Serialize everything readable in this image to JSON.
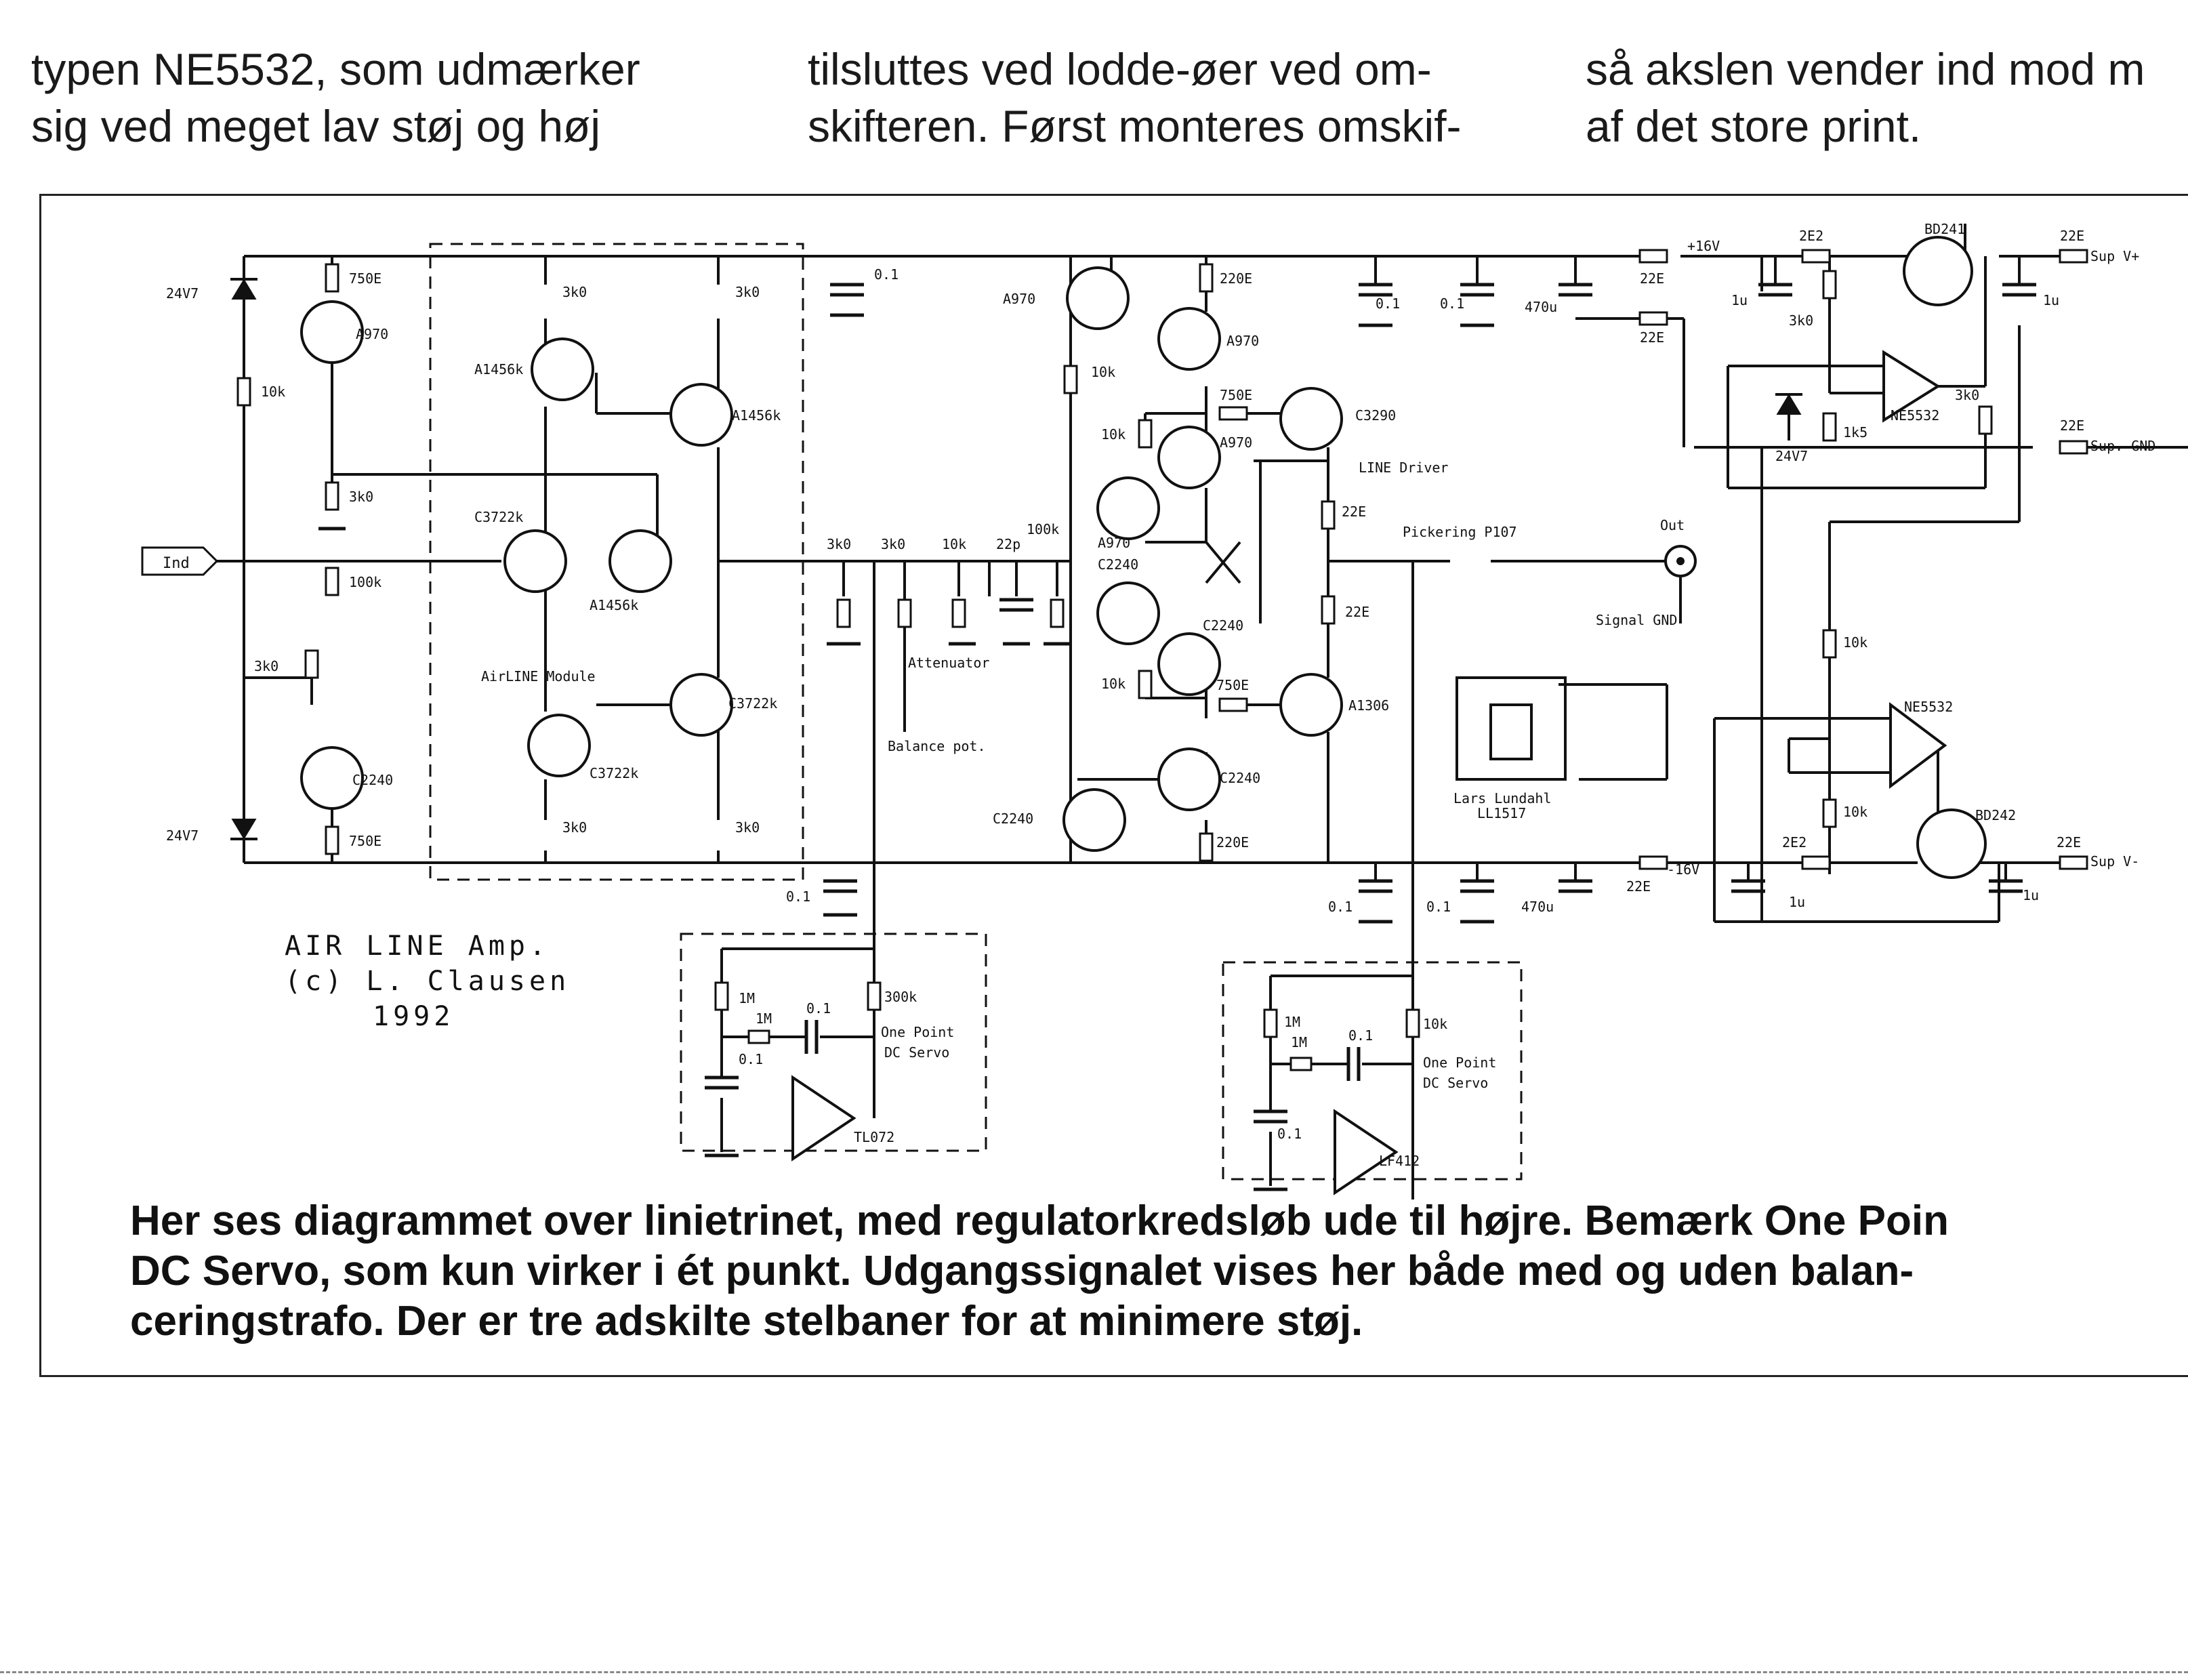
{
  "top_text": {
    "col1": [
      "typen NE5532, som udmærker",
      "sig ved meget lav støj og høj"
    ],
    "col2": [
      "tilsluttes ved lodde-øer ved om-",
      "skifteren. Først monteres omskif-"
    ],
    "col3": [
      "så akslen vender ind mod m",
      "af det store print."
    ]
  },
  "title_block": {
    "line1": "AIR LINE Amp.",
    "line2": "(c) L. Clausen",
    "line3": "1992"
  },
  "caption": [
    "Her ses diagrammet over linietrinet, med regulatorkredsløb ude til højre. Bemærk One Poin",
    "DC Servo, som kun virker i ét punkt. Udgangssignalet vises her både med og uden balan-",
    "ceringstrafo. Der er tre adskilte stelbaner for at minimere støj."
  ],
  "labels": {
    "z24v7_top": "24V7",
    "z24v7_bot": "24V7",
    "r750_top": "750E",
    "r10k_left": "10k",
    "q_a970_left": "A970",
    "r3k0_a": "3k0",
    "r100k_in": "100k",
    "in_label": "Ind",
    "r3k0_left": "3k0",
    "q_c2240_left": "C2240",
    "r750_bot": "750E",
    "mod_r3k0_tl": "3k0",
    "mod_r3k0_tr": "3k0",
    "q_a1456_a": "A1456k",
    "q_a1456_b": "A1456k",
    "q_c3722_a": "C3722k",
    "q_a1456_c": "A1456k",
    "module_name": "AirLINE Module",
    "q_c3722_b": "C3722k",
    "q_c3722_c": "C3722k",
    "mod_r3k0_bl": "3k0",
    "mod_r3k0_br": "3k0",
    "c01_top": "0.1",
    "c01_bot": "0.1",
    "att_r1": "3k0",
    "att_r2": "3k0",
    "att_r3": "10k",
    "att_c": "22p",
    "att_r4": "100k",
    "attenuator": "Attenuator",
    "balance": "Balance pot.",
    "q_a970_r1": "A970",
    "r220_top": "220E",
    "q_a970_r2": "A970",
    "r10k_r1": "10k",
    "r750_r": "750E",
    "q_c3290": "C3290",
    "line_driver": "LINE Driver",
    "r10k_r2": "10k",
    "q_a970_r3": "A970",
    "q_a970_r4": "A970",
    "q_c2240_r1": "C2240",
    "r22_a": "22E",
    "q_c2240_r2": "C2240",
    "r22_b": "22E",
    "r10k_r3": "10k",
    "r750_r2": "750E",
    "q_a1306": "A1306",
    "q_c2240_r3": "C2240",
    "q_c2240_r4": "C2240",
    "r220_bot": "220E",
    "pickering": "Pickering P107",
    "out": "Out",
    "signal_gnd": "Signal GND",
    "transformer": "Lars Lundahl",
    "transformer2": "LL1517",
    "rail_c1": "0.1",
    "rail_c2": "0.1",
    "rail_c3": "470u",
    "rail_c4": "0.1",
    "rail_c5": "0.1",
    "rail_c6": "470u",
    "r22_top1": "22E",
    "r22_top2": "22E",
    "v16_top": "+16V",
    "r22_bot": "22E",
    "v16_bot": "-16V",
    "r2e2_top": "2E2",
    "bd241": "BD241",
    "r22_out1": "22E",
    "sup_vplus": "Sup V+",
    "c1u_a": "1u",
    "c1u_b": "1u",
    "r3k0_reg": "3k0",
    "ne5532_a": "NE5532",
    "r3k0_reg2": "3k0",
    "r1k5": "1k5",
    "z24v7_reg": "24V7",
    "r22_out2": "22E",
    "sup_gnd": "Sup. GND",
    "r10k_reg1": "10k",
    "ne5532_b": "NE5532",
    "r10k_reg2": "10k",
    "r2e2_bot": "2E2",
    "bd242": "BD242",
    "r22_out3": "22E",
    "sup_vminus": "Sup V-",
    "c1u_c": "1u",
    "c1u_d": "1u",
    "servo1_1m_a": "1M",
    "servo1_1m_b": "1M",
    "servo1_c": "0.1",
    "servo1_r": "300k",
    "servo1_name": "One Point",
    "servo1_name2": "DC Servo",
    "servo1_c2": "0.1",
    "servo1_op": "TL072",
    "servo2_1m_a": "1M",
    "servo2_1m_b": "1M",
    "servo2_c": "0.1",
    "servo2_r": "10k",
    "servo2_name": "One Point",
    "servo2_name2": "DC Servo",
    "servo2_c2": "0.1",
    "servo2_op": "LF412"
  }
}
